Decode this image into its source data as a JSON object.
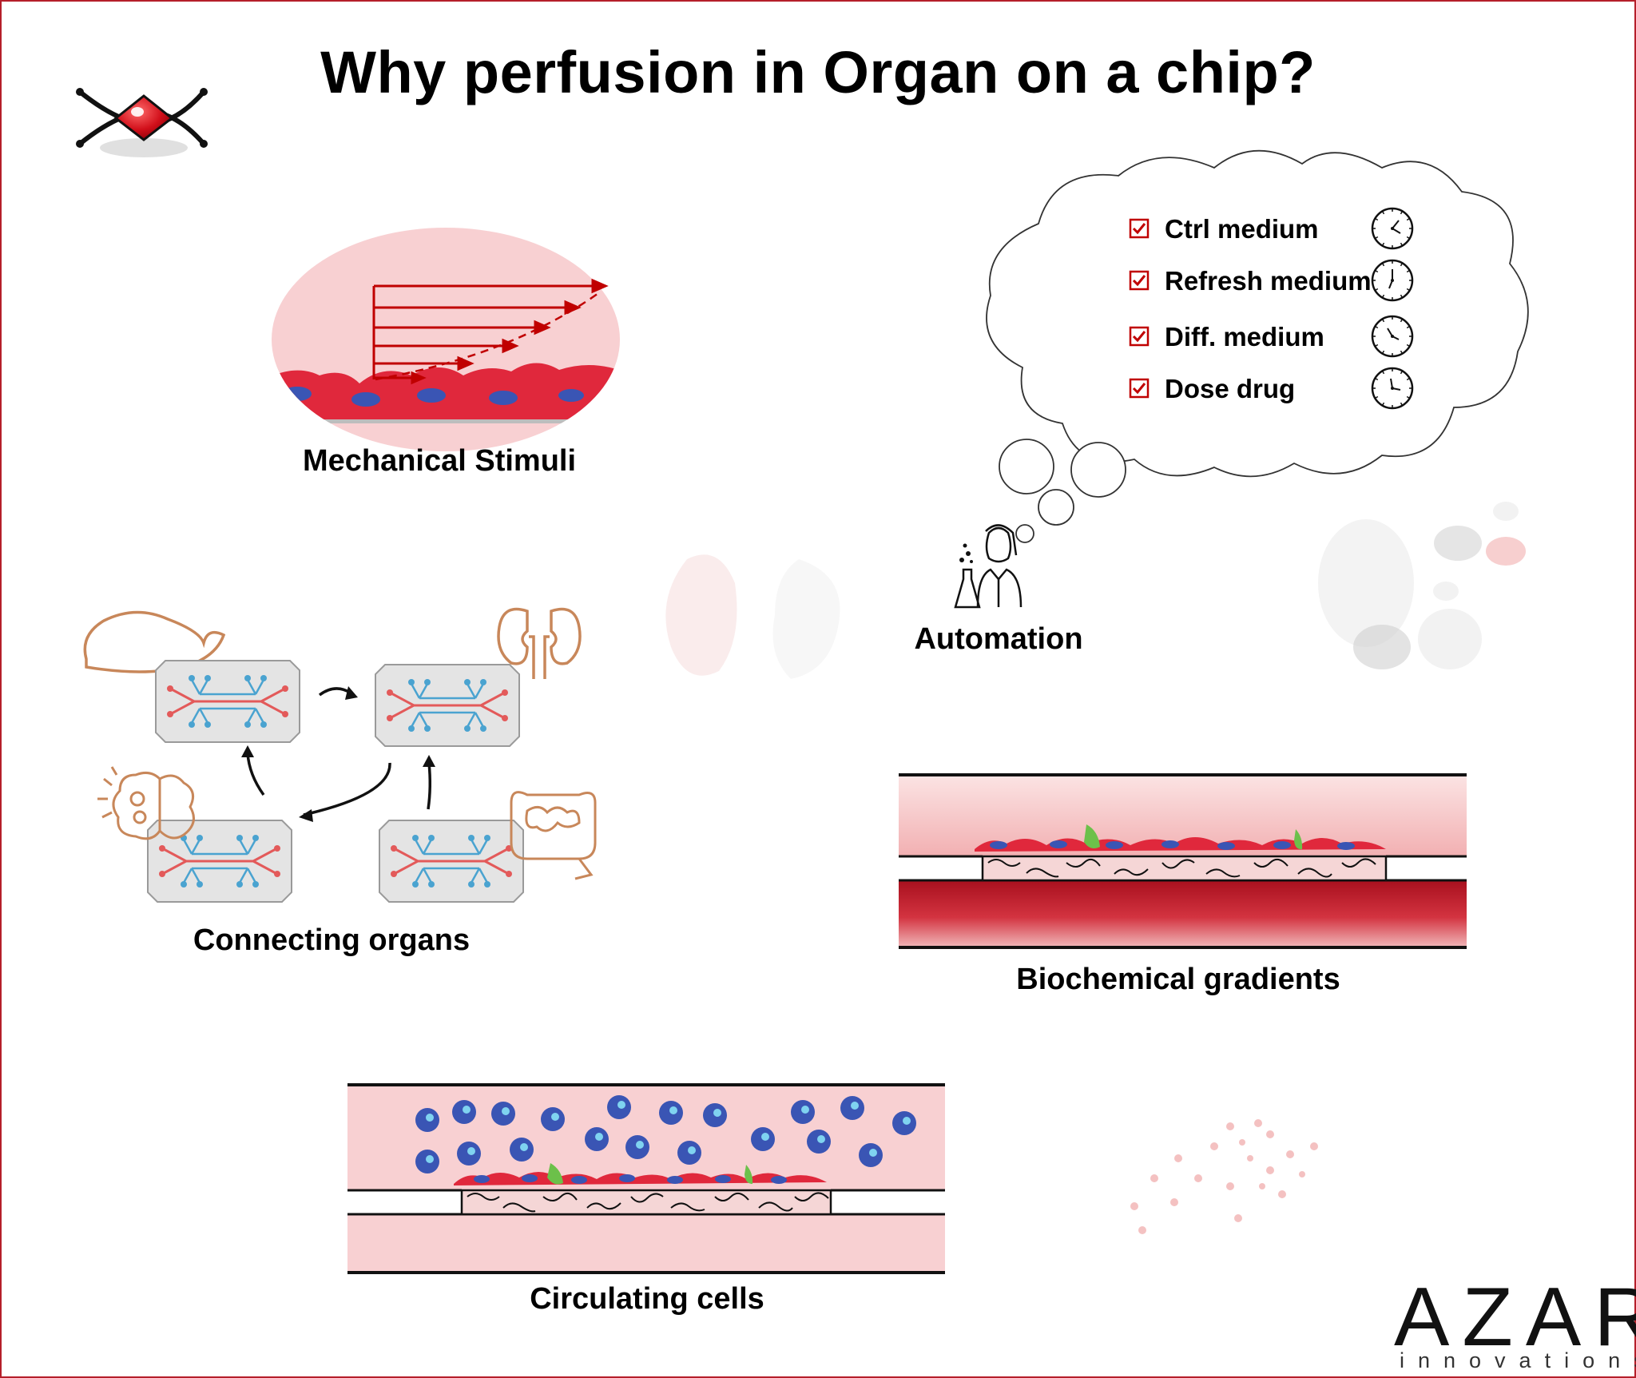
{
  "title": "Why perfusion in Organ on a chip?",
  "panels": {
    "mechanical": "Mechanical Stimuli",
    "automation": "Automation",
    "connecting": "Connecting organs",
    "biochemical": "Biochemical gradients",
    "circulating": "Circulating cells"
  },
  "checklist": [
    {
      "label": "Ctrl medium",
      "checked": true,
      "icon": "clock-icon"
    },
    {
      "label": "Refresh medium",
      "checked": true,
      "icon": "clock-icon"
    },
    {
      "label": "Diff. medium",
      "checked": true,
      "icon": "clock-icon"
    },
    {
      "label": "Dose drug",
      "checked": true,
      "icon": "clock-icon"
    }
  ],
  "brand": {
    "name": "AZAR",
    "sub": "innovations"
  },
  "colors": {
    "accent_red": "#c00000",
    "cell_red": "#e0283c",
    "nucleus_blue": "#3a55b4",
    "medium_pink": "#f8d0d2",
    "organ_outline": "#c8875a",
    "channel_blue": "#4aa3d0",
    "channel_red": "#e35a5a"
  }
}
